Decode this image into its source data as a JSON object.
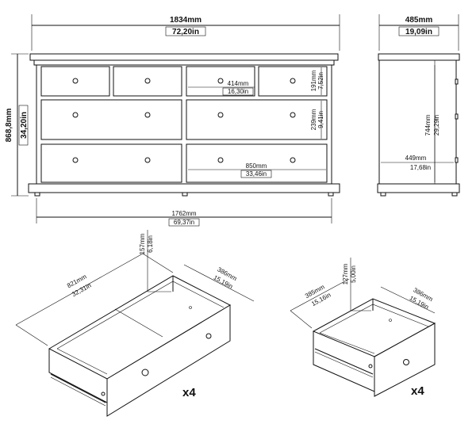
{
  "front": {
    "width_mm": "1834mm",
    "width_in": "72,20in",
    "height_mm": "868,8mm",
    "height_in": "34,20in",
    "inner_width_mm": "1762mm",
    "inner_width_in": "69,37in",
    "small_drawer_w_mm": "414mm",
    "small_drawer_w_in": "16,30in",
    "small_drawer_h_mm": "191mm",
    "small_drawer_h_in": "7,52in",
    "mid_drawer_h_mm": "239mm",
    "mid_drawer_h_in": "9,41in",
    "large_drawer_w_mm": "850mm",
    "large_drawer_w_in": "33,46in"
  },
  "side": {
    "depth_mm": "485mm",
    "depth_in": "19,09in",
    "inner_depth_mm": "449mm",
    "inner_depth_in": "17,68in",
    "body_h_mm": "744mm",
    "body_h_in": "29,29in"
  },
  "large_drawer": {
    "width_mm": "821mm",
    "width_in": "32,31in",
    "depth_mm": "386mm",
    "depth_in": "15,19in",
    "height_mm": "157mm",
    "height_in": "6,18in",
    "quantity": "x4"
  },
  "small_drawer": {
    "width_mm": "385mm",
    "width_in": "15,16in",
    "depth_mm": "386mm",
    "depth_in": "15,19in",
    "height_mm": "127mm",
    "height_in": "5,00in",
    "quantity": "x4"
  }
}
